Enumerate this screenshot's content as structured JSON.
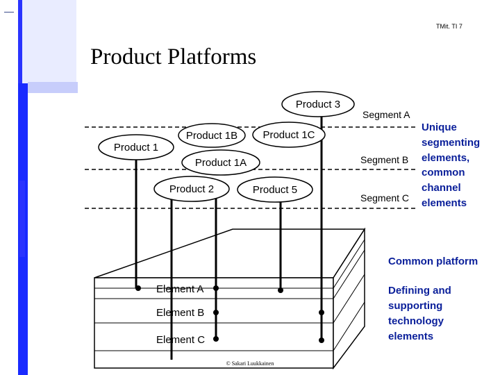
{
  "slide_number": "TMit. TI 7",
  "title": "Product Platforms",
  "products": [
    "Product 3",
    "Product 1B",
    "Product 1C",
    "Product 1",
    "Product 1A",
    "Product 2",
    "Product 5"
  ],
  "segments": [
    "Segment A",
    "Segment B",
    "Segment C"
  ],
  "unique_note": [
    "Unique",
    "segmenting",
    "elements,",
    "common",
    "channel",
    "elements"
  ],
  "common_platform": "Common platform",
  "elements": [
    "Element A",
    "Element B",
    "Element C"
  ],
  "defining_note": [
    "Defining and",
    "supporting",
    "technology",
    "elements"
  ],
  "copyright": "© Sakari Luukkainen",
  "colors": {
    "accent_blue": "#0a1f9a",
    "bar_blue": "#1a2bff"
  }
}
